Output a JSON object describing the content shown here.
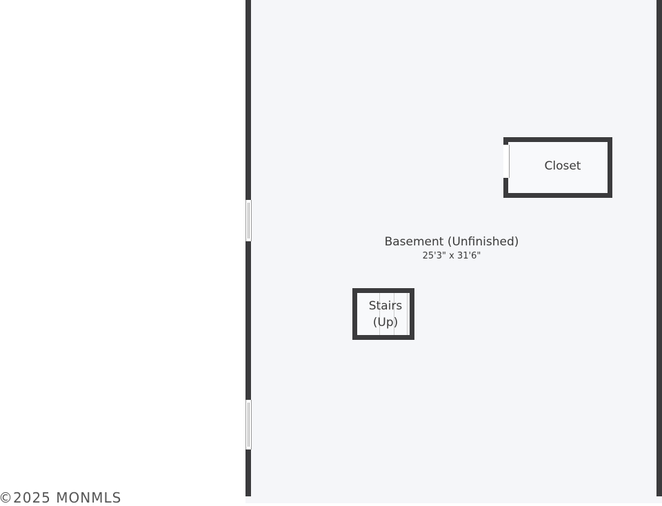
{
  "room": {
    "name": "Basement (Unfinished)",
    "dimensions": "25'3\" x 31'6\""
  },
  "closet": {
    "label": "Closet"
  },
  "stairs": {
    "label_line1": "Stairs",
    "label_line2": "(Up)"
  },
  "footer": {
    "copyright": "©2025 MONMLS"
  },
  "colors": {
    "wall": "#3b3b3d",
    "floor": "#f5f6f9"
  }
}
